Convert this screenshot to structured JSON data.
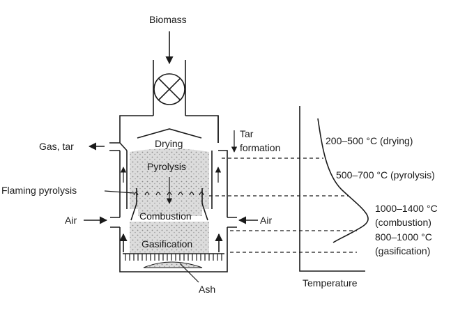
{
  "labels": {
    "biomass": "Biomass",
    "gas_tar": "Gas, tar",
    "flaming_pyrolysis": "Flaming pyrolysis",
    "air_left": "Air",
    "air_right": "Air",
    "ash": "Ash",
    "tar_formation_line1": "Tar",
    "tar_formation_line2": "formation"
  },
  "zones": {
    "drying": "Drying",
    "pyrolysis": "Pyrolysis",
    "combustion": "Combustion",
    "gasification": "Gasification"
  },
  "temperature_profile": {
    "axis_label": "Temperature",
    "drying": "200–500 °C (drying)",
    "pyrolysis": "500–700 °C (pyrolysis)",
    "combustion_line1": "1000–1400 °C",
    "combustion_line2": "(combustion)",
    "gasification_line1": "800–1000 °C",
    "gasification_line2": "(gasification)"
  },
  "colors": {
    "ink": "#1a1a1a",
    "packed_bed": "#d6d6d6"
  }
}
